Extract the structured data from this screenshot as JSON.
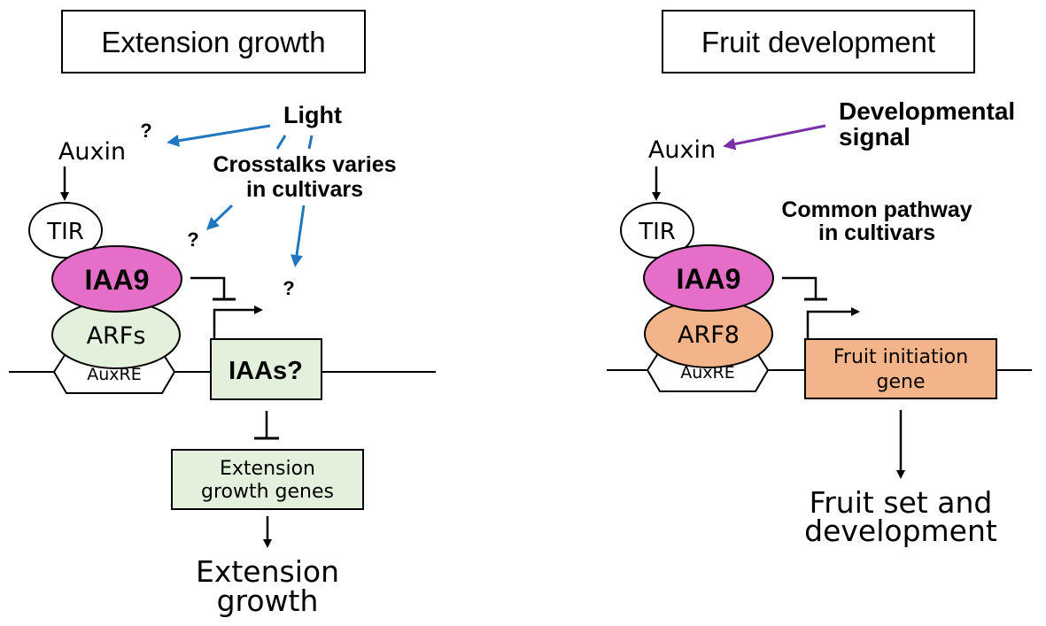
{
  "left_panel": {
    "title": "Extension growth",
    "auxin": "Auxin",
    "light": "Light",
    "crosstalk_line1": "Crosstalks varies",
    "crosstalk_line2": "in cultivars",
    "question_mark": "?",
    "tir": "TIR",
    "iaa9": "IAA9",
    "arfs": "ARFs",
    "auxre": "AuxRE",
    "iaas_gene": "IAAs?",
    "target_line1": "Extension",
    "target_line2": "growth genes",
    "outcome_line1": "Extension",
    "outcome_line2": "growth"
  },
  "right_panel": {
    "title": "Fruit development",
    "auxin": "Auxin",
    "signal_line1": "Developmental",
    "signal_line2": "signal",
    "pathway_line1": "Common pathway",
    "pathway_line2": "in cultivars",
    "tir": "TIR",
    "iaa9": "IAA9",
    "arf8": "ARF8",
    "auxre": "AuxRE",
    "gene_line1": "Fruit initiation",
    "gene_line2": "gene",
    "outcome_line1": "Fruit set and",
    "outcome_line2": "development"
  },
  "colors": {
    "iaa9_fill": "#e46ec8",
    "arfs_fill": "#e3f0dc",
    "arf8_fill": "#f3b48a",
    "gene_box_fill": "#e3f0dc",
    "fruit_gene_fill": "#f3b48a",
    "light_arrow": "#1f77c0",
    "signal_arrow": "#7a2fa8"
  }
}
